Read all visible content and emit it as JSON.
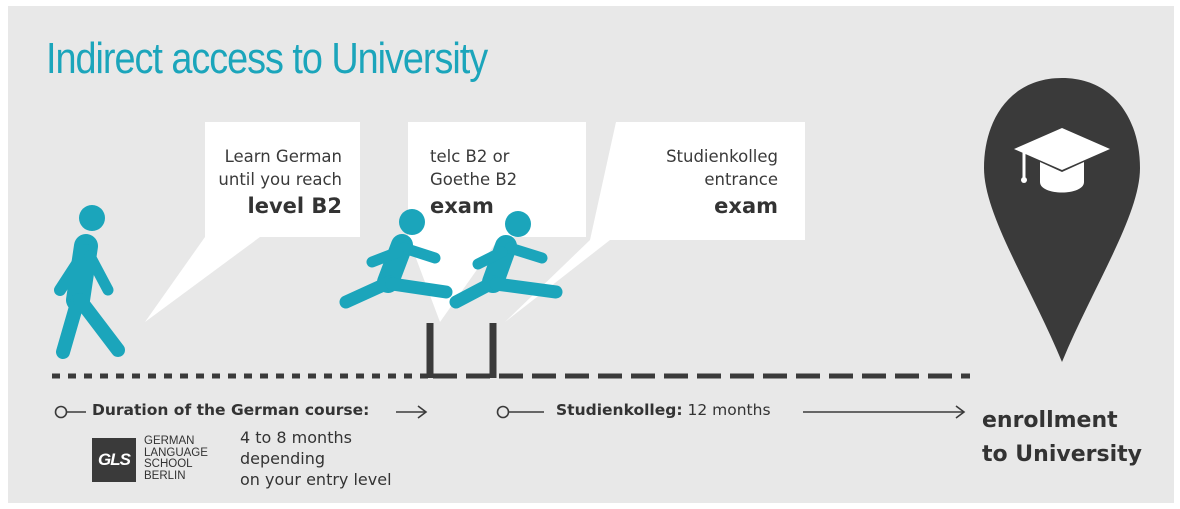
{
  "title": "Indirect access to University",
  "colors": {
    "accent": "#1ba5bb",
    "dark": "#333333",
    "background": "#e8e8e8",
    "bubble": "#ffffff"
  },
  "steps": [
    {
      "line1": "Learn German",
      "line2": "until you reach",
      "emph": "level B2",
      "icon": "walking-person-icon"
    },
    {
      "line1": "telc B2 or",
      "line2": "Goethe B2",
      "emph": "exam",
      "icon": "hurdle-jumper-icon"
    },
    {
      "line1": "Studienkolleg",
      "line2": "entrance",
      "emph": "exam",
      "icon": "hurdle-jumper-icon"
    }
  ],
  "timeline": {
    "german_course_label": "Duration of the German course:",
    "german_course_duration": [
      "4 to 8 months",
      "depending",
      "on your entry level"
    ],
    "studienkolleg_label": "Studienkolleg:",
    "studienkolleg_duration": "12 months"
  },
  "goal": {
    "line1": "enrollment",
    "line2": "to University",
    "icon": "graduation-cap-icon"
  },
  "logo": {
    "mark": "GLS",
    "lines": [
      "GERMAN",
      "LANGUAGE",
      "SCHOOL",
      "BERLIN"
    ]
  }
}
